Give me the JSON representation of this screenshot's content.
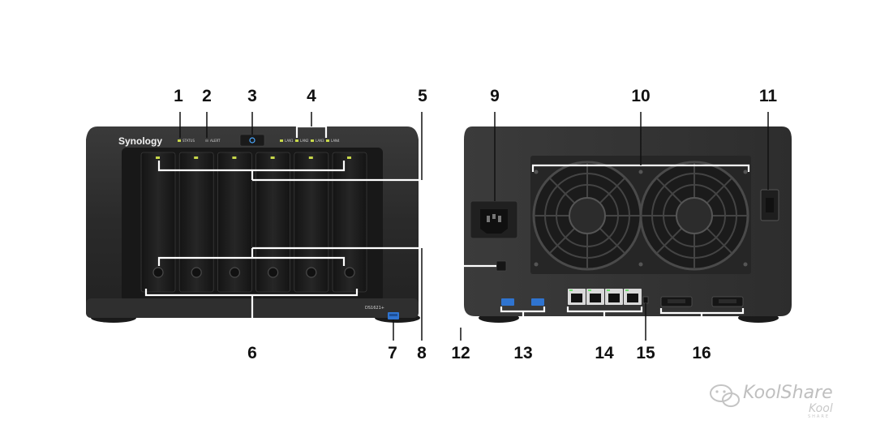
{
  "front": {
    "brand": "Synology",
    "model": "DS1621+",
    "led_labels": [
      "STATUS",
      "ALERT",
      "LAN1",
      "LAN2",
      "LAN3",
      "LAN4"
    ]
  },
  "callouts": [
    {
      "id": "c1",
      "label": "1"
    },
    {
      "id": "c2",
      "label": "2"
    },
    {
      "id": "c3",
      "label": "3"
    },
    {
      "id": "c4",
      "label": "4"
    },
    {
      "id": "c5",
      "label": "5"
    },
    {
      "id": "c6",
      "label": "6"
    },
    {
      "id": "c7",
      "label": "7"
    },
    {
      "id": "c8",
      "label": "8"
    },
    {
      "id": "c9",
      "label": "9"
    },
    {
      "id": "c10",
      "label": "10"
    },
    {
      "id": "c11",
      "label": "11"
    },
    {
      "id": "c12",
      "label": "12"
    },
    {
      "id": "c13",
      "label": "13"
    },
    {
      "id": "c14",
      "label": "14"
    },
    {
      "id": "c15",
      "label": "15"
    },
    {
      "id": "c16",
      "label": "16"
    }
  ],
  "watermark": {
    "text": "KoolShare",
    "sub": "Kool",
    "sub2": "SHARE"
  },
  "colors": {
    "chassis": "#2b2b2b",
    "bay": "#1c1c1c",
    "led": "#c8d84a",
    "usb": "#2f74d0",
    "power_led": "#4aa8ff"
  }
}
